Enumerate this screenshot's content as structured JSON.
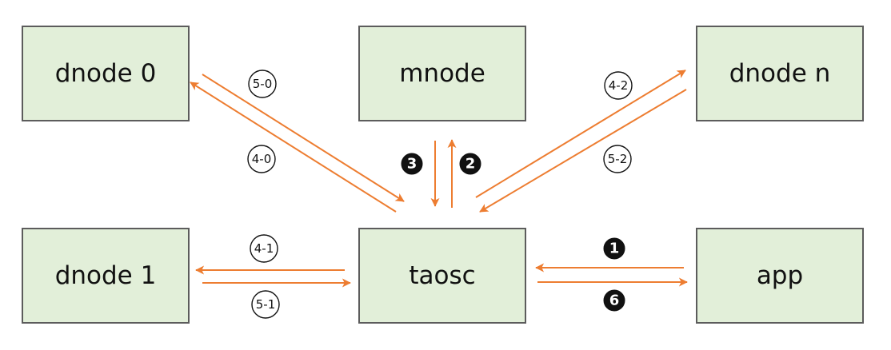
{
  "colors": {
    "node_fill": "#e2efd9",
    "node_border": "#5c5c5c",
    "arrow": "#ed7d31"
  },
  "nodes": {
    "dnode0": "dnode 0",
    "mnode": "mnode",
    "dnoden": "dnode n",
    "dnode1": "dnode 1",
    "taosc": "taosc",
    "app": "app"
  },
  "steps": {
    "s1": "1",
    "s2": "2",
    "s3": "3",
    "s6": "6",
    "s4_0": "4-0",
    "s5_0": "5-0",
    "s4_1": "4-1",
    "s5_1": "5-1",
    "s4_2": "4-2",
    "s5_2": "5-2"
  }
}
